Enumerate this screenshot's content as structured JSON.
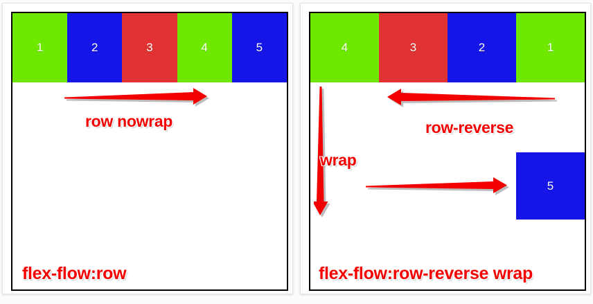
{
  "colors": {
    "green": "#6fe800",
    "blue": "#1515e8",
    "red": "#e03232",
    "label_red": "#f40000",
    "arrow_red": "#f20000",
    "border": "#000000",
    "page_bg": "#fcfcfc"
  },
  "panels": [
    {
      "id": "left",
      "caption": "flex-flow:row",
      "flow_label": "row nowrap",
      "items": [
        {
          "number": "1",
          "color": "green"
        },
        {
          "number": "2",
          "color": "blue"
        },
        {
          "number": "3",
          "color": "red"
        },
        {
          "number": "4",
          "color": "green"
        },
        {
          "number": "5",
          "color": "blue"
        }
      ],
      "wrapped_items": [],
      "annotations": [
        {
          "name": "row-nowrap-arrow",
          "direction": "right",
          "label": "row nowrap"
        }
      ]
    },
    {
      "id": "right",
      "caption": "flex-flow:row-reverse wrap",
      "flow_label": "row-reverse",
      "wrap_label": "wrap",
      "items": [
        {
          "number": "4",
          "color": "green"
        },
        {
          "number": "3",
          "color": "red"
        },
        {
          "number": "2",
          "color": "blue"
        },
        {
          "number": "1",
          "color": "green"
        }
      ],
      "wrapped_items": [
        {
          "number": "5",
          "color": "blue"
        }
      ],
      "annotations": [
        {
          "name": "row-reverse-arrow",
          "direction": "left",
          "label": "row-reverse"
        },
        {
          "name": "wrap-arrow",
          "direction": "down",
          "label": "wrap"
        },
        {
          "name": "second-line-arrow",
          "direction": "right",
          "label": ""
        }
      ]
    }
  ]
}
